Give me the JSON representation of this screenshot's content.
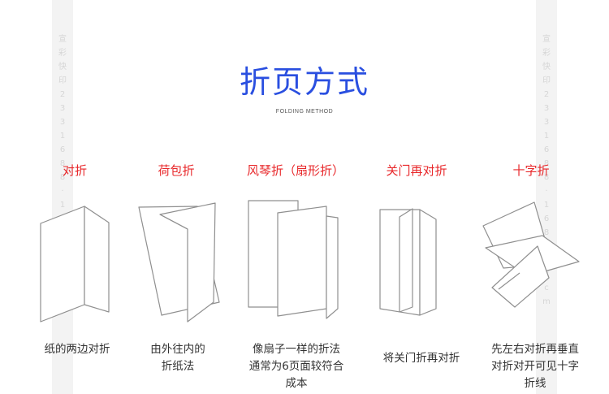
{
  "title": "折页方式",
  "subtitle": "FOLDING METHOD",
  "watermark": {
    "text": "宣\n彩\n快\n印\n2\n3\n3\n1\n6\n8\n8\n·\n1\n6\n8\n8\n·\nc\nc\nm"
  },
  "colors": {
    "title": "#2a4fe0",
    "label": "#e8282b",
    "text": "#333333",
    "line": "#8f8f8f"
  },
  "folds": [
    {
      "name": "对折",
      "desc": [
        "纸的两边对折"
      ]
    },
    {
      "name": "荷包折",
      "desc": [
        "由外往内的",
        "折纸法"
      ]
    },
    {
      "name": "风琴折（扇形折）",
      "desc": [
        "像扇子一样的折法",
        "通常为6页面较符合",
        "成本"
      ]
    },
    {
      "name": "关门再对折",
      "desc": [
        "将关门折再对折"
      ]
    },
    {
      "name": "十字折",
      "desc": [
        "先左右对折再垂直",
        "对折对开可见十字",
        "折线"
      ]
    }
  ]
}
